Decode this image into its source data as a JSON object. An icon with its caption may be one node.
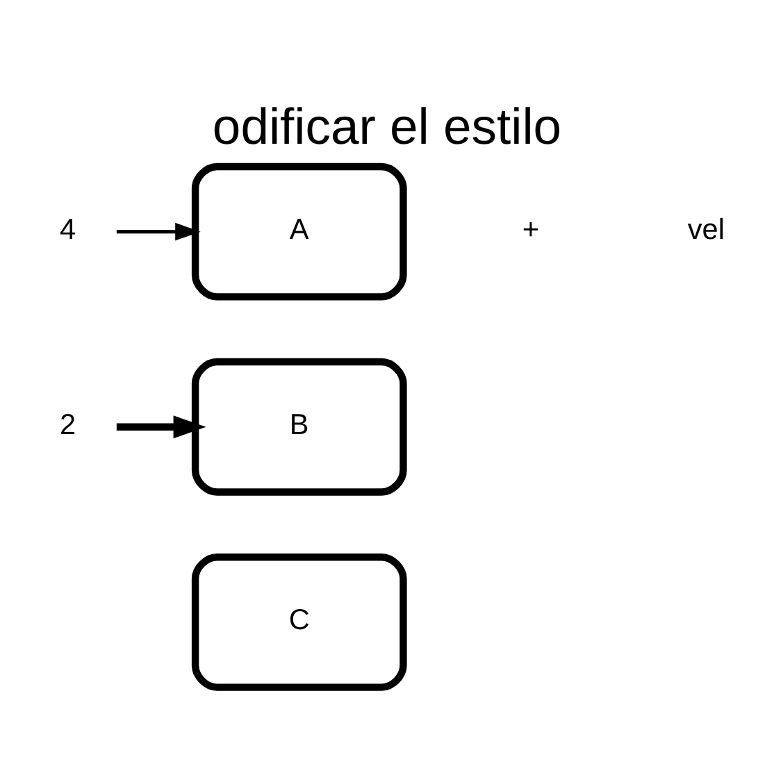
{
  "diagram": {
    "title": "odificar el estilo",
    "nodes": [
      {
        "text": [
          "A"
        ]
      },
      {
        "text": [
          "B"
        ]
      },
      {
        "text": [
          "C"
        ]
      },
      {
        "text": [
          "4"
        ]
      },
      {
        "text": [
          "2"
        ]
      }
    ],
    "edges": [
      {
        "from": 3,
        "to": 0,
        "arrow": "to"
      },
      {
        "from": 4,
        "to": 1,
        "arrow": "to",
        "style": "thick"
      }
    ],
    "labels": [
      "+",
      "vel"
    ]
  }
}
